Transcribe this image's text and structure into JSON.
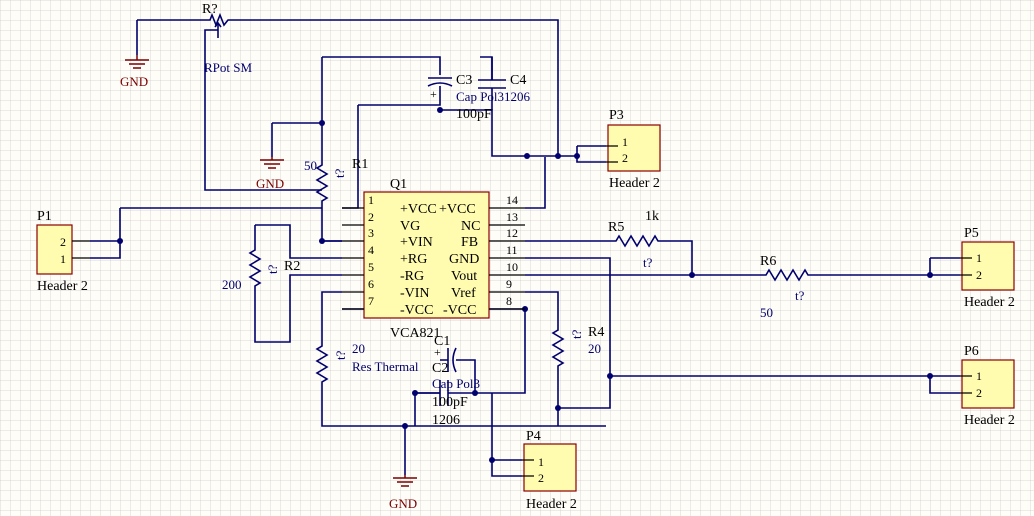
{
  "grounds": [
    "GND",
    "GND",
    "GND"
  ],
  "components": {
    "pot": {
      "designator": "R?",
      "comment": "RPot SM"
    },
    "r1": {
      "designator": "R1",
      "value": "50",
      "tune": "t?"
    },
    "r2": {
      "designator": "R2",
      "value": "200",
      "tune": "t?"
    },
    "r3": {
      "value": "20",
      "comment": "Res Thermal",
      "tune": "t?"
    },
    "r4": {
      "designator": "R4",
      "value": "20",
      "tune": "t?"
    },
    "r5": {
      "designator": "R5",
      "value": "1k",
      "tune": "t?"
    },
    "r6": {
      "designator": "R6",
      "value": "50",
      "tune": "t?"
    },
    "c1": {
      "designator": "C1"
    },
    "c2": {
      "designator": "C2",
      "comment": "Cap Pol3",
      "value": "100pF",
      "footprint": "1206"
    },
    "c3": {
      "designator": "C3"
    },
    "c4": {
      "designator": "C4",
      "comment": "Cap Pol31206",
      "value": "100pF"
    },
    "q1": {
      "designator": "Q1",
      "part": "VCA821",
      "left_pins": [
        {
          "num": "1",
          "name": "+VCC"
        },
        {
          "num": "2",
          "name": "VG"
        },
        {
          "num": "3",
          "name": "+VIN"
        },
        {
          "num": "4",
          "name": "+RG"
        },
        {
          "num": "5",
          "name": "-RG"
        },
        {
          "num": "6",
          "name": "-VIN"
        },
        {
          "num": "7",
          "name": "-VCC"
        }
      ],
      "right_pins": [
        {
          "num": "14",
          "name": "+VCC"
        },
        {
          "num": "13",
          "name": "NC"
        },
        {
          "num": "12",
          "name": "FB"
        },
        {
          "num": "11",
          "name": "GND"
        },
        {
          "num": "10",
          "name": "Vout"
        },
        {
          "num": "9",
          "name": "Vref"
        },
        {
          "num": "8",
          "name": "-VCC"
        }
      ]
    }
  },
  "connectors": {
    "p1": {
      "designator": "P1",
      "comment": "Header 2",
      "pins": [
        "2",
        "1"
      ]
    },
    "p3": {
      "designator": "P3",
      "comment": "Header 2",
      "pins": [
        "1",
        "2"
      ]
    },
    "p4": {
      "designator": "P4",
      "comment": "Header 2",
      "pins": [
        "1",
        "2"
      ]
    },
    "p5": {
      "designator": "P5",
      "comment": "Header 2",
      "pins": [
        "1",
        "2"
      ]
    },
    "p6": {
      "designator": "P6",
      "comment": "Header 2",
      "pins": [
        "1",
        "2"
      ]
    }
  },
  "colors": {
    "wire": "#00006e",
    "component_fill": "#fffcb0",
    "component_border": "#8b0000",
    "ground": "#7a0000",
    "sheet_background": "#fffdf8"
  }
}
